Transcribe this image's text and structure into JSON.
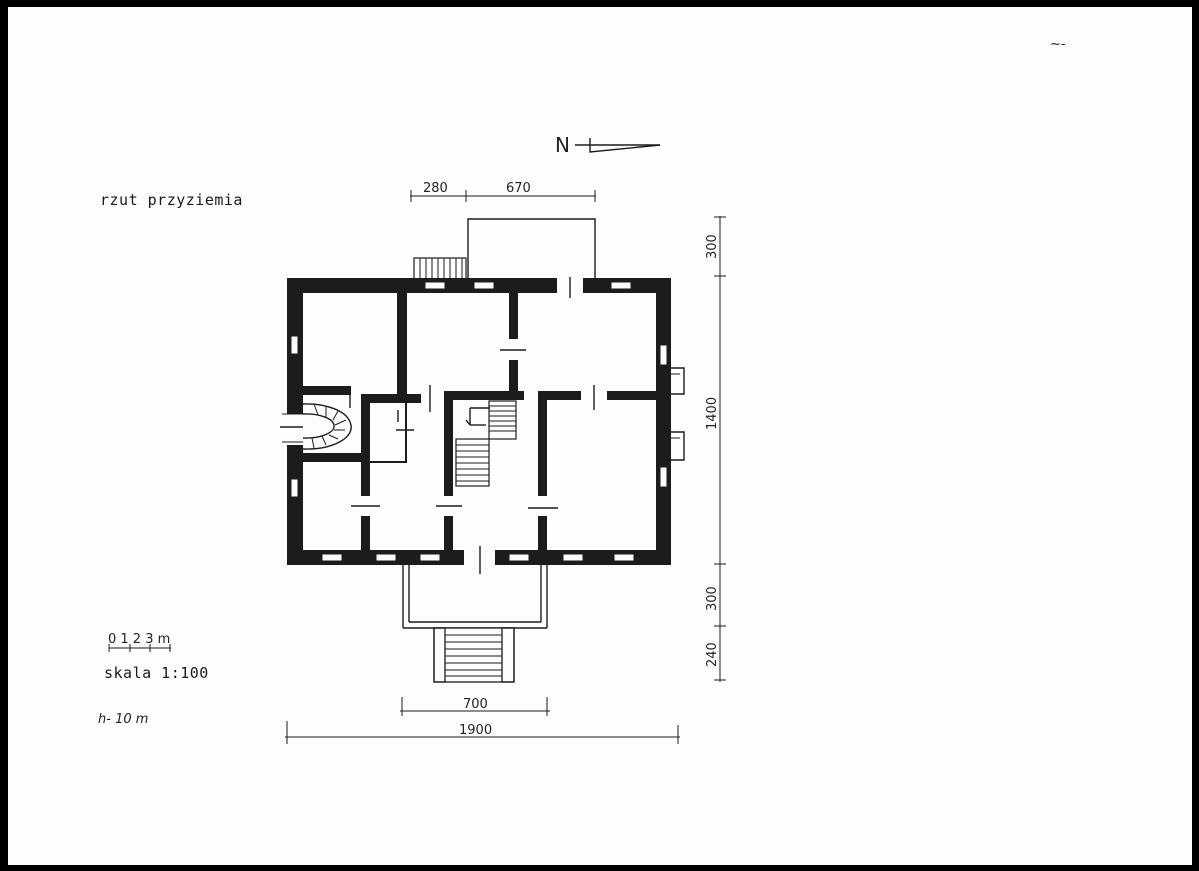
{
  "title": "rzut przyziemia",
  "scale": {
    "bar_label": "0 1 2 3 m",
    "text": "skala 1:100"
  },
  "height_note": "h- 10 m",
  "north_mark": "N",
  "corner_mark": "~-",
  "dimensions": {
    "top_left": "280",
    "top_right": "670",
    "right_top": "300",
    "right_main": "1400",
    "right_porch": "300",
    "right_stairs": "240",
    "bottom_porch": "700",
    "bottom_total": "1900"
  }
}
